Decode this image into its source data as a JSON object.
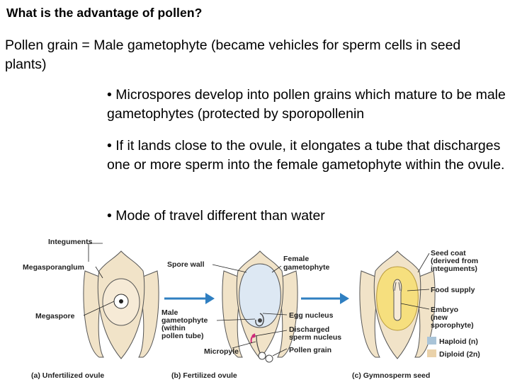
{
  "title": "What is the advantage of pollen?",
  "intro": "Pollen grain = Male gametophyte (became vehicles for sperm cells in seed plants)",
  "bullets": [
    "• Microspores develop into pollen grains which mature to be male gametophytes (protected by sporopollenin",
    "• If it lands close to the ovule, it elongates a tube that discharges one or more sperm into the female gametophyte within the ovule.",
    "• Mode of travel different than water"
  ],
  "figure": {
    "labels": {
      "integuments": "Integuments",
      "megasporangium": "Megasporanglum",
      "megaspore": "Megaspore",
      "spore_wall": "Spore wall",
      "female_gametophyte_1": "Female",
      "female_gametophyte_2": "gametophyte",
      "male_gametophyte_1": "Male",
      "male_gametophyte_2": "gametophyte",
      "male_gametophyte_3": "(within",
      "male_gametophyte_4": "pollen tube)",
      "micropyle": "Micropyle",
      "egg_nucleus": "Egg nucleus",
      "discharged_sperm_1": "Discharged",
      "discharged_sperm_2": "sperm nucleus",
      "pollen_grain": "Pollen grain",
      "seed_coat_1": "Seed coat",
      "seed_coat_2": "(derived from",
      "seed_coat_3": "integuments)",
      "food_supply": "Food supply",
      "embryo_1": "Embryo",
      "embryo_2": "(new",
      "embryo_3": "sporophyte)"
    },
    "legend": [
      {
        "label": "Haploid (n)",
        "color": "#a9c4d8"
      },
      {
        "label": "Diploid (2n)",
        "color": "#ead2aa"
      }
    ],
    "captions": {
      "a": "(a) Unfertilized ovule",
      "b": "(b) Fertilized ovule",
      "c": "(c) Gymnosperm seed"
    },
    "colors": {
      "integument": "#f1e3c8",
      "megasporangium": "#f6ead6",
      "female_gametophyte": "#dde8f3",
      "food_supply": "#f6df7e",
      "arrow": "#2f7fc1"
    }
  }
}
